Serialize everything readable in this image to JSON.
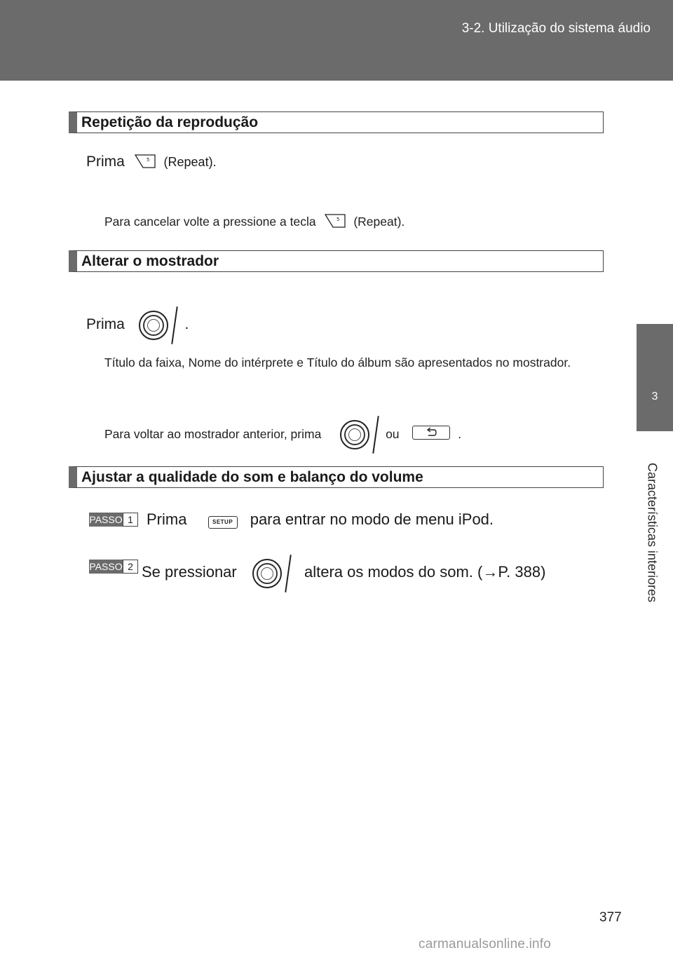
{
  "header": {
    "title": "3-2. Utilização do sistema áudio"
  },
  "side_tab": {
    "number": "3",
    "label": "Características interiores"
  },
  "sections": [
    {
      "title": "Repetição da reprodução"
    },
    {
      "title": "Alterar o mostrador"
    },
    {
      "title": "Ajustar a qualidade do som e balanço do volume"
    }
  ],
  "repeat": {
    "press": "Prima",
    "key_label": "5",
    "press_suffix": "(Repeat).",
    "cancel_text": "Para cancelar volte a pressione a tecla",
    "cancel_suffix": "(Repeat)."
  },
  "display": {
    "press": "Prima",
    "press_suffix": ".",
    "info": "Título da faixa, Nome do intérprete e Título do álbum são apresentados no mostrador.",
    "back_text": "Para voltar ao mostrador anterior, prima",
    "back_or": "ou",
    "back_suffix": "."
  },
  "sound": {
    "step_label": "PASSO",
    "step1_num": "1",
    "step1_press": "Prima",
    "setup_key": "SETUP",
    "step1_rest": "para entrar no modo de menu iPod.",
    "step2_num": "2",
    "step2_press": "Se pressionar",
    "step2_rest": "altera os modos do som. (→P. 388)"
  },
  "page_number": "377",
  "watermark": "carmanualsonline.info"
}
